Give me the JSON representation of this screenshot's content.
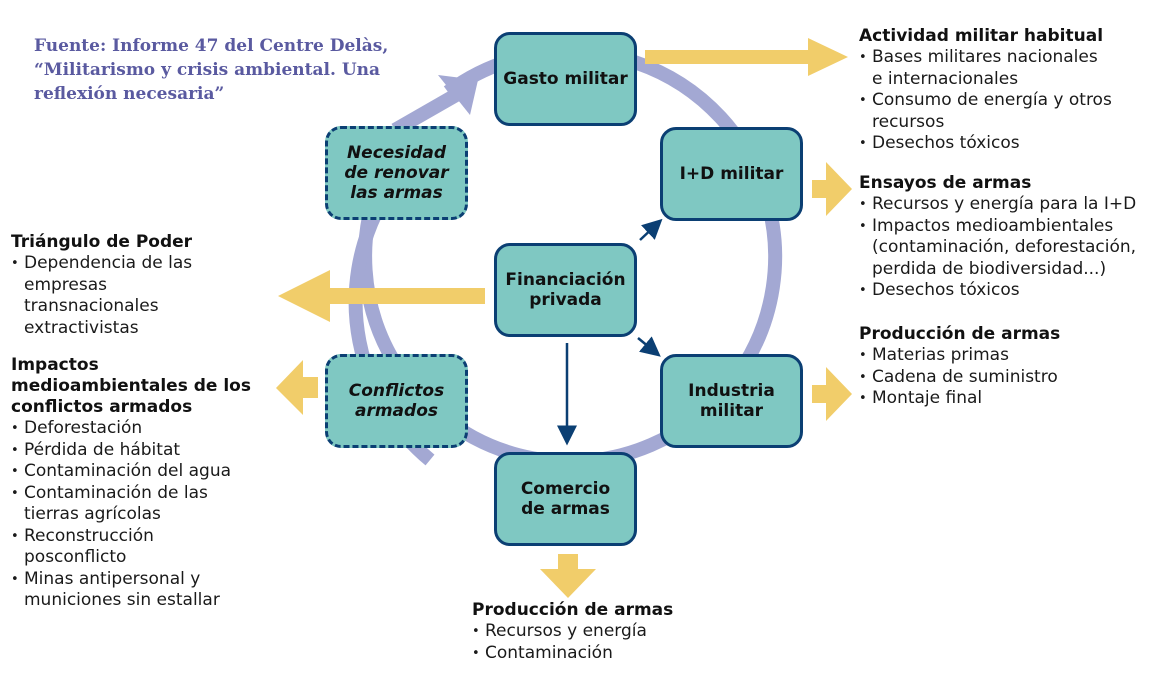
{
  "source_note": "Fuente: Informe 47 del Centre Delàs, “Militarismo y crisis ambiental. Una reflexión necesaria”",
  "colors": {
    "node_fill": "#7fc8c2",
    "node_border": "#0b3f73",
    "cycle_ring": "#a3a8d3",
    "impact_arrow": "#f1cd6a",
    "flow_arrow": "#0b3f73",
    "source_text": "#5a5aa0"
  },
  "nodes": {
    "gasto_militar": "Gasto militar",
    "id_militar": "I+D militar",
    "industria_militar": "Industria\nmilitar",
    "comercio_armas": "Comercio\nde armas",
    "conflictos_armados": "Conflictos\narmados",
    "necesidad_renovar": "Necesidad\nde renovar\nlas armas",
    "financiacion_privada": "Financiación\nprivada"
  },
  "impacts": {
    "actividad_militar": {
      "title": "Actividad militar habitual",
      "items": [
        "Bases militares nacionales\ne internacionales",
        "Consumo de energía y otros\nrecursos",
        "Desechos tóxicos"
      ]
    },
    "ensayos_armas": {
      "title": "Ensayos de armas",
      "items": [
        "Recursos y energía para la I+D",
        "Impactos medioambientales\n(contaminación, deforestación,\nperdida de biodiversidad...)",
        "Desechos tóxicos"
      ]
    },
    "produccion_armas_right": {
      "title": "Producción de armas",
      "items": [
        "Materias primas",
        "Cadena de suministro",
        "Montaje final"
      ]
    },
    "produccion_armas_bottom": {
      "title": "Producción de armas",
      "items": [
        "Recursos y energía",
        "Contaminación"
      ]
    },
    "triangulo_poder": {
      "title": "Triángulo de Poder",
      "items": [
        "Dependencia de las\nempresas\ntransnacionales\nextractivistas"
      ]
    },
    "impactos_conflictos": {
      "title": "Impactos\nmedioambientales de los\nconflictos armados",
      "items": [
        "Deforestación",
        "Pérdida de hábitat",
        "Contaminación del agua",
        "Contaminación de las\ntierras agrícolas",
        "Reconstrucción\nposconflicto",
        "Minas antipersonal y\nmuniciones sin estallar"
      ]
    }
  }
}
